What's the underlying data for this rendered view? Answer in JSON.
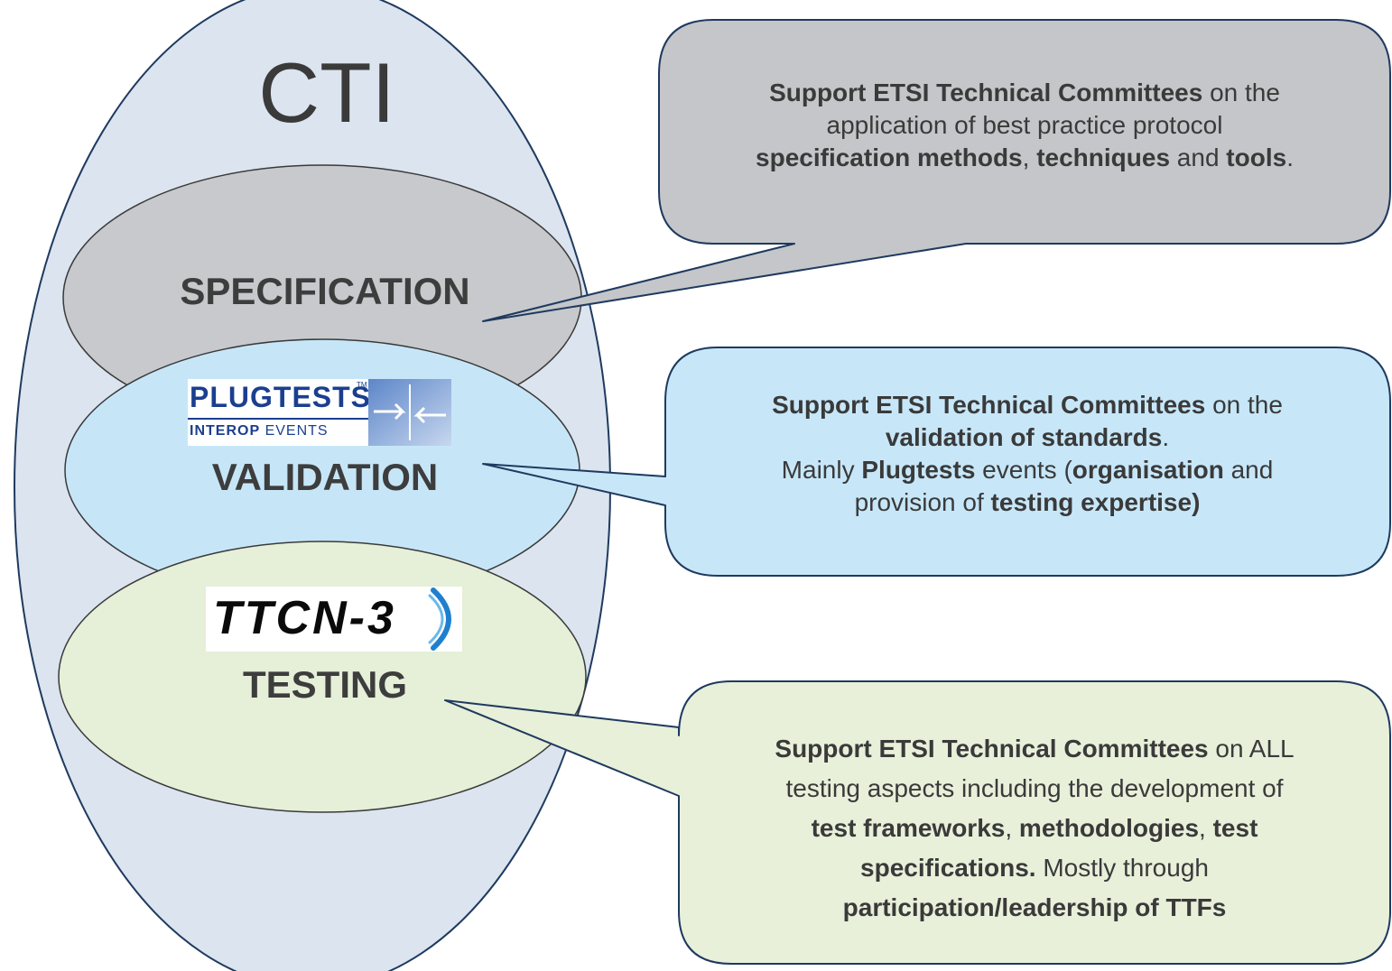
{
  "colors": {
    "outer_fill": "#dbe4ef",
    "spec_fill": "#c7c9cc",
    "validation_fill": "#c6e6f8",
    "testing_fill": "#e6efd7",
    "spec_callout": "#c4c6c9",
    "validation_callout": "#c7e7f9",
    "testing_callout": "#e8f0da",
    "outline": "#1f3a5f"
  },
  "title": "CTI",
  "sections": {
    "specification": {
      "label": "SPECIFICATION",
      "callout": [
        [
          {
            "t": "Support ETSI Technical Committees",
            "b": true
          },
          {
            "t": " on the"
          }
        ],
        [
          {
            "t": "application of best practice protocol"
          }
        ],
        [
          {
            "t": "specification methods",
            "b": true
          },
          {
            "t": ", "
          },
          {
            "t": "techniques",
            "b": true
          },
          {
            "t": " and "
          },
          {
            "t": "tools",
            "b": true
          },
          {
            "t": "."
          }
        ]
      ]
    },
    "validation": {
      "label": "VALIDATION",
      "logo": {
        "word": "PLUGTESTS",
        "tm": "TM",
        "sub_bold": "INTEROP",
        "sub": " EVENTS",
        "icon": "connector-arrows-icon"
      },
      "callout": [
        [
          {
            "t": "Support ETSI Technical  Committees",
            "b": true
          },
          {
            "t": " on the"
          }
        ],
        [
          {
            "t": "validation of standards",
            "b": true
          },
          {
            "t": "."
          }
        ],
        [
          {
            "t": "Mainly "
          },
          {
            "t": "Plugtests",
            "b": true
          },
          {
            "t": " events ("
          },
          {
            "t": "organisation",
            "b": true
          },
          {
            "t": " and"
          }
        ],
        [
          {
            "t": "provision of "
          },
          {
            "t": "testing expertise)",
            "b": true
          }
        ]
      ]
    },
    "testing": {
      "label": "TESTING",
      "logo": {
        "word": "TTCN-3",
        "icon": "crescent-arc-icon"
      },
      "callout": [
        [
          {
            "t": "Support ETSI Technical  Committees",
            "b": true
          },
          {
            "t": " on ALL"
          }
        ],
        [
          {
            "t": "testing aspects including the development of"
          }
        ],
        [
          {
            "t": "test frameworks",
            "b": true
          },
          {
            "t": ", "
          },
          {
            "t": "methodologies",
            "b": true
          },
          {
            "t": ", "
          },
          {
            "t": "test",
            "b": true
          }
        ],
        [
          {
            "t": "specifications.",
            "b": true
          },
          {
            "t": " Mostly through"
          }
        ],
        [
          {
            "t": "participation/leadership of TTFs",
            "b": true
          }
        ]
      ]
    }
  }
}
